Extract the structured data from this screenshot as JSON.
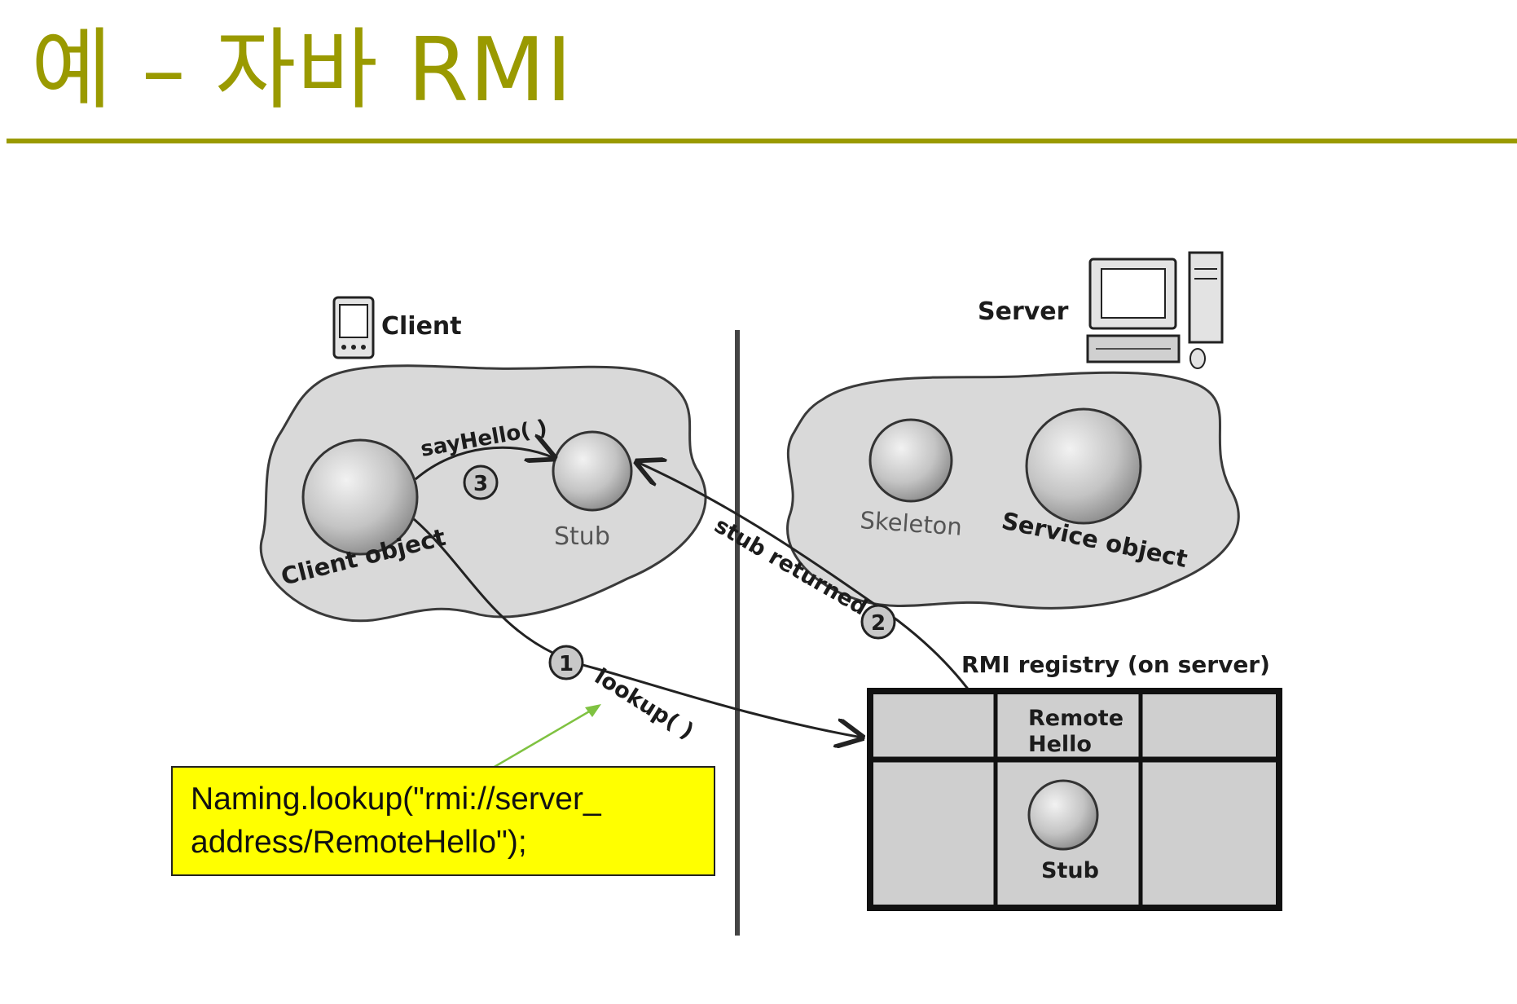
{
  "slide": {
    "title": "예 – 자바 RMI"
  },
  "diagram": {
    "client_label": "Client",
    "server_label": "Server",
    "client_object_label": "Client object",
    "stub_label": "Stub",
    "skeleton_label": "Skeleton",
    "service_object_label": "Service object",
    "say_hello_label": "sayHello( )",
    "stub_returned_label": "stub returned",
    "lookup_label": "lookup( )",
    "registry_label": "RMI registry (on server)",
    "registry_entry_label_line1": "Remote",
    "registry_entry_label_line2": "Hello",
    "registry_stub_label": "Stub",
    "steps": [
      "1",
      "2",
      "3"
    ],
    "icons": [
      "pda-icon",
      "desktop-computer-icon"
    ]
  },
  "callout": {
    "line1": "Naming.lookup(\"rmi://server_",
    "line2": "address/RemoteHello\");"
  },
  "colors": {
    "title": "#9a9a00",
    "callout_bg": "#ffff00",
    "callout_arrow": "#7fc241",
    "blob_fill": "#d9d9d9"
  }
}
